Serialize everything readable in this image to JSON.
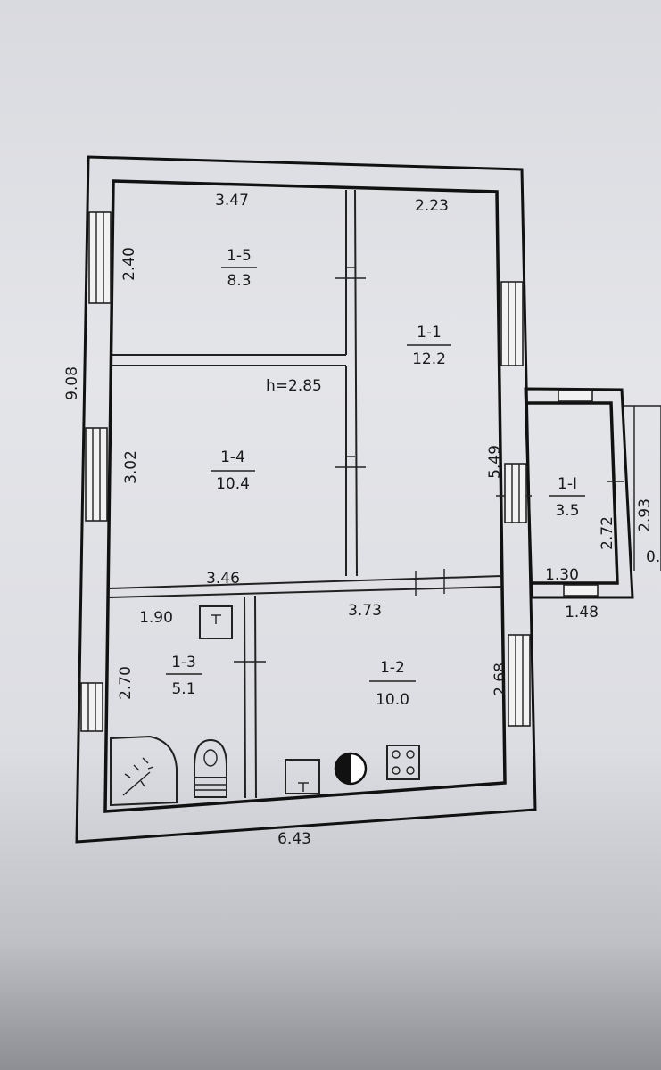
{
  "plan": {
    "ceiling_height": "h=2.85",
    "rooms": [
      {
        "id": "1-5",
        "area": "8.3"
      },
      {
        "id": "1-1",
        "area": "12.2"
      },
      {
        "id": "1-4",
        "area": "10.4"
      },
      {
        "id": "1-3",
        "area": "5.1"
      },
      {
        "id": "1-2",
        "area": "10.0"
      },
      {
        "id": "1-I",
        "area": "3.5"
      }
    ],
    "dimensions": {
      "top_left": "3.47",
      "top_right": "2.23",
      "left_total": "9.08",
      "room_1_5_height": "2.40",
      "room_1_4_height": "3.02",
      "room_1_4_width": "3.46",
      "room_1_3_width": "1.90",
      "room_1_3_height": "2.70",
      "room_1_2_width": "3.73",
      "room_1_2_height": "2.68",
      "room_1_1_height": "5.49",
      "room_1_I_width": "1.30",
      "annex_outer_width": "1.48",
      "room_1_I_height": "2.72",
      "annex_outer_height": "2.93",
      "annex_cut": "0.",
      "bottom_total": "6.43"
    }
  }
}
